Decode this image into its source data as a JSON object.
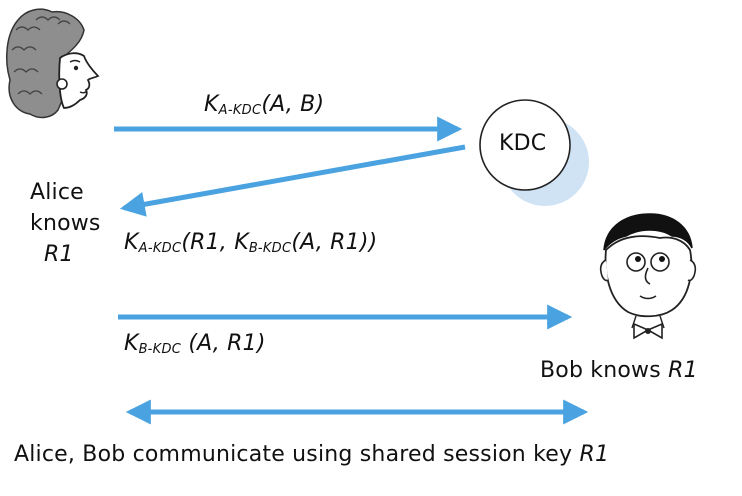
{
  "kdc": {
    "label": "KDC"
  },
  "alice": {
    "knows_line1": "Alice",
    "knows_line2": "knows",
    "knows_line3": "R1"
  },
  "bob": {
    "knows_prefix": "Bob knows ",
    "knows_key": "R1"
  },
  "messages": {
    "m1": {
      "key": "K",
      "key_sub": "A-KDC",
      "payload": "(A, B)"
    },
    "m2": {
      "key": "K",
      "key_sub": "A-KDC",
      "payload_pre": "(R1, ",
      "inner_key": "K",
      "inner_key_sub": "B-KDC",
      "inner_payload": "(A, R1))"
    },
    "m3": {
      "key": "K",
      "key_sub": "B-KDC",
      "payload": " (A, R1)"
    }
  },
  "footer": {
    "text": "Alice, Bob communicate using shared session key ",
    "key": "R1"
  },
  "colors": {
    "arrow": "#4aa3e0",
    "kdc_shadow": "#cfe3f5"
  }
}
